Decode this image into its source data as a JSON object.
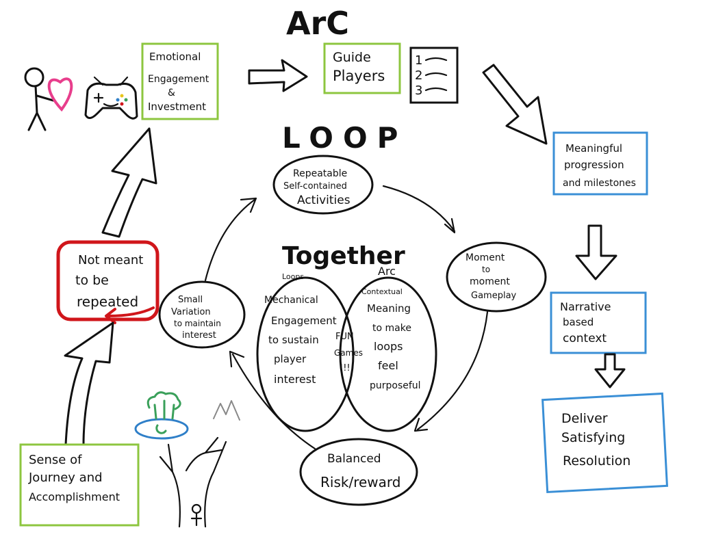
{
  "colors": {
    "ink": "#111111",
    "green_box": "#8dc63f",
    "blue_box": "#3a8fd6",
    "red_box": "#d0161b",
    "heart": "#e83e8c",
    "tree_green": "#3aa05a",
    "platform_blue": "#2f7fc8"
  },
  "headings": {
    "arc": "ArC",
    "loop": "LOOP",
    "together": "Together"
  },
  "arc_boxes": {
    "emotional": [
      "Emotional",
      "Engagement",
      "&",
      "Investment"
    ],
    "guide": [
      "Guide",
      "Players"
    ],
    "guide_list": [
      "1",
      "2",
      "3"
    ],
    "meaningful": [
      "Meaningful",
      "progression",
      "and milestones"
    ],
    "narrative": [
      "Narrative",
      "based",
      "context"
    ],
    "deliver": [
      "Deliver",
      "Satisfying",
      "Resolution"
    ],
    "not_repeated": [
      "Not meant",
      "to be",
      "repeated"
    ],
    "journey": [
      "Sense of",
      "Journey and",
      "Accomplishment"
    ]
  },
  "loop_bubbles": {
    "repeatable": [
      "Repeatable",
      "Self-contained",
      "Activities"
    ],
    "moment": [
      "Moment",
      "to",
      "moment",
      "Gameplay"
    ],
    "balanced": [
      "Balanced",
      "Risk/reward"
    ],
    "small_variation": [
      "Small",
      "Variation",
      "to maintain",
      "interest"
    ]
  },
  "venn": {
    "left_label": "Loops",
    "right_label": "Arc",
    "left_text": [
      "Mechanical",
      "Engagement",
      "to sustain",
      "player",
      "interest"
    ],
    "middle_text": [
      "FUN",
      "Games",
      "!!!"
    ],
    "right_text": [
      "Contextual",
      "Meaning",
      "to make",
      "loops",
      "feel",
      "purposeful"
    ]
  },
  "icons": [
    "stick-figure-icon",
    "heart-icon",
    "game-controller-icon",
    "checklist-icon",
    "tree-platform-icon",
    "mountain-icon",
    "tree-trunk-icon"
  ]
}
